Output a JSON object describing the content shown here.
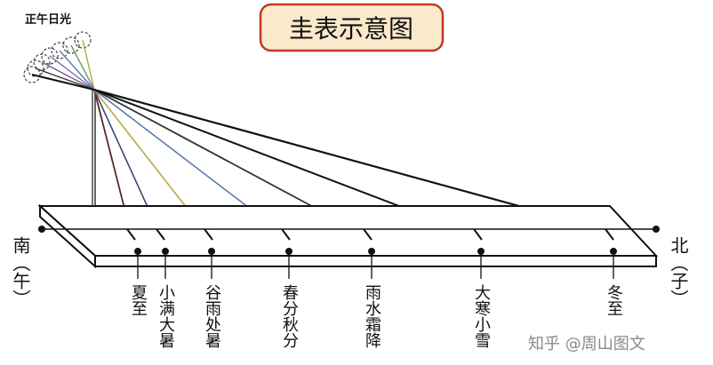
{
  "title": "圭表示意图",
  "sun_label": "正午日光",
  "direction_south": "南（午）",
  "direction_north": "北（子）",
  "terms": [
    {
      "label": "夏至"
    },
    {
      "label": "小满大暑"
    },
    {
      "label": "谷雨处暑"
    },
    {
      "label": "春分秋分"
    },
    {
      "label": "雨水霜降"
    },
    {
      "label": "大寒小雪"
    },
    {
      "label": "冬至"
    }
  ],
  "watermark": "知乎 @周山图文",
  "colors": {
    "title_bg": "#fbe9cc",
    "title_border": "#c0392b",
    "ink": "#111111"
  }
}
